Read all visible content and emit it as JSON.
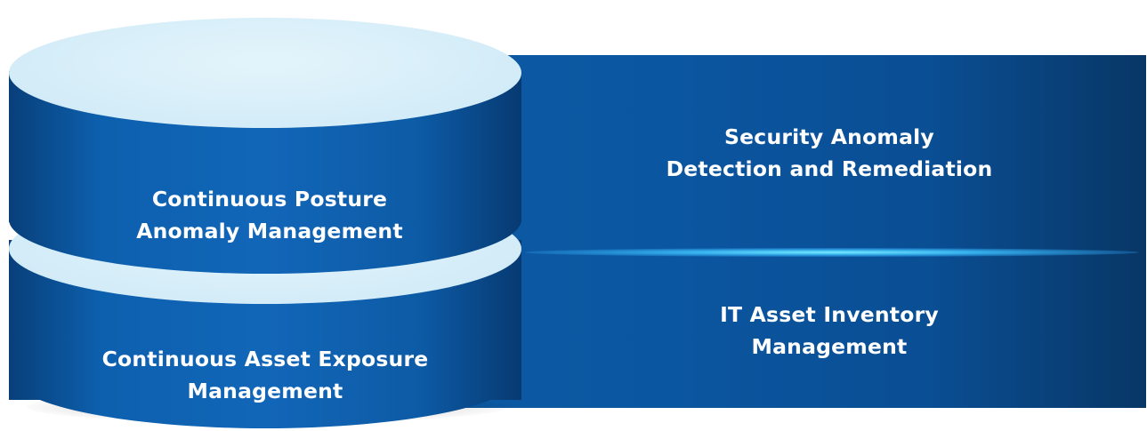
{
  "diagram": {
    "layers": [
      {
        "id": "posture",
        "label_line1": "Continuous Posture",
        "label_line2": "Anomaly Management",
        "outcome_line1": "Security Anomaly",
        "outcome_line2": "Detection and Remediation"
      },
      {
        "id": "exposure",
        "label_line1": "Continuous Asset Exposure",
        "label_line2": "Management",
        "outcome_line1": "IT Asset Inventory",
        "outcome_line2": "Management"
      }
    ],
    "colors": {
      "panel": "#0b56a0",
      "disk_top": "#d7eef9",
      "disk_side": "#1266b8",
      "divider_glow": "#78ebff"
    }
  }
}
